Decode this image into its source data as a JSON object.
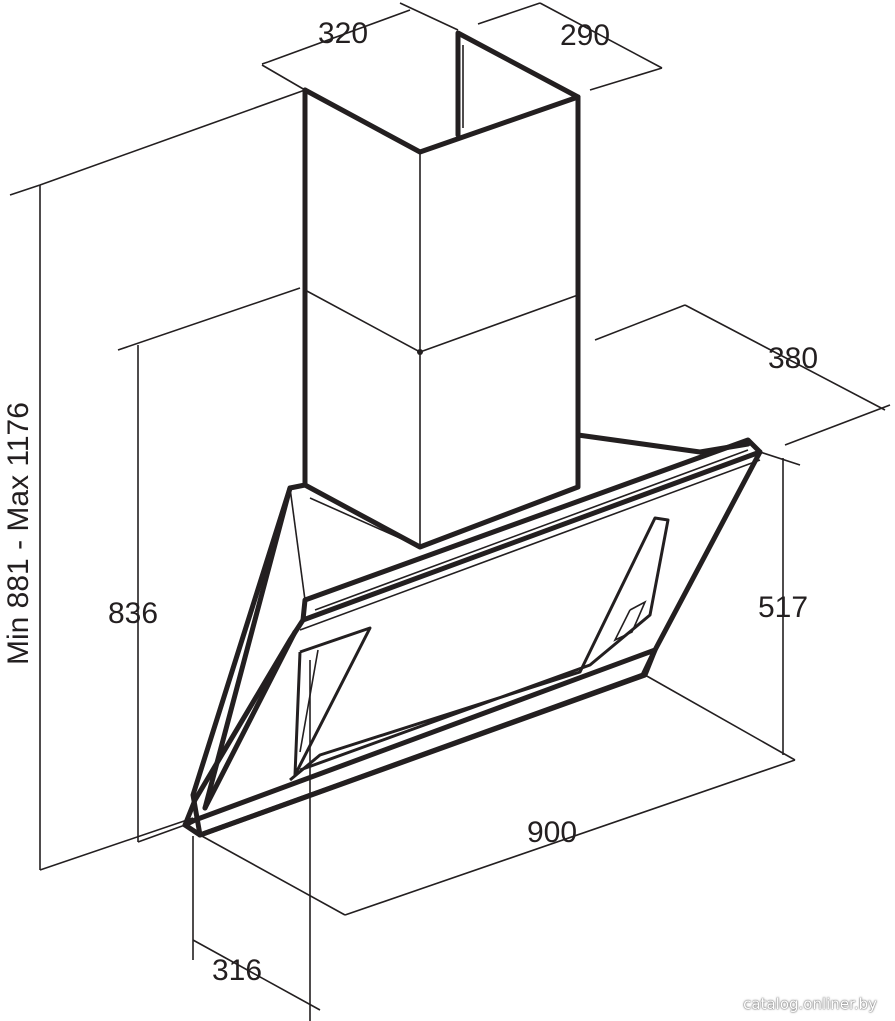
{
  "dimensions": {
    "chimney_width": "320",
    "chimney_depth": "290",
    "hood_depth": "380",
    "total_height": "Min 881 - Max 1176",
    "hood_height": "836",
    "panel_height": "517",
    "width": "900",
    "bottom_depth": "316"
  },
  "watermark": "catalog.onliner.by",
  "colors": {
    "line": "#231f20",
    "background": "#ffffff"
  }
}
